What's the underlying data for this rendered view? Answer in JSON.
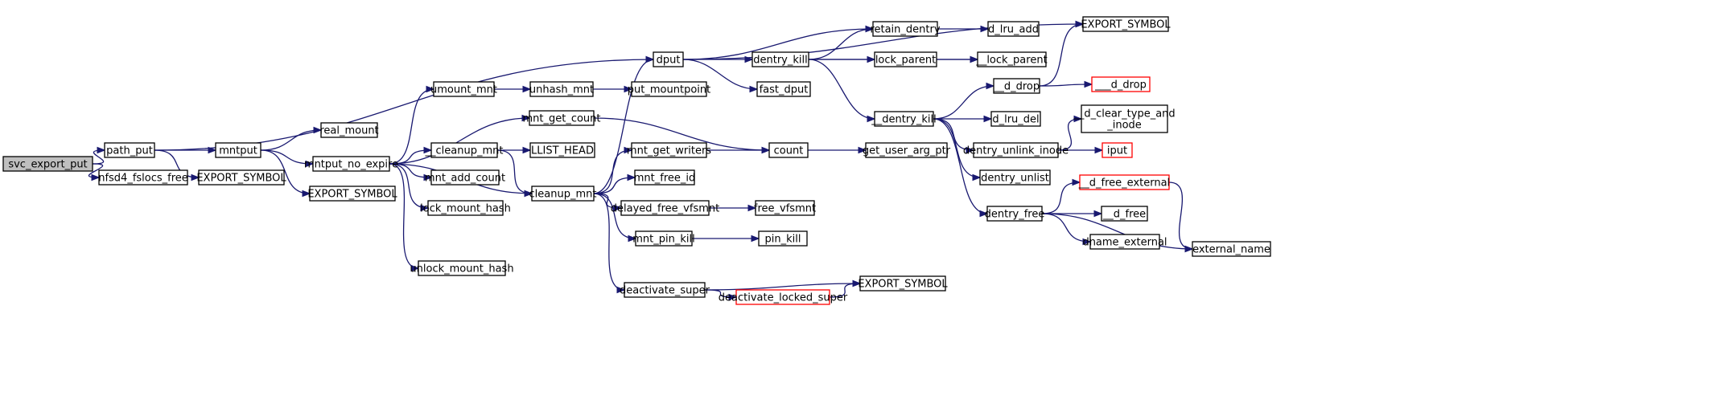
{
  "colors": {
    "edge": "#191970",
    "node_border": "#000000",
    "truncated_border": "#ff0000",
    "root_fill": "#bfbfbf",
    "background": "#ffffff"
  },
  "nodes": [
    {
      "id": "svc_export_put",
      "lines": [
        "svc_export_put"
      ],
      "root": true
    },
    {
      "id": "path_put",
      "lines": [
        "path_put"
      ]
    },
    {
      "id": "nfsd4_fslocs_free",
      "lines": [
        "nfsd4_fslocs_free"
      ]
    },
    {
      "id": "mntput",
      "lines": [
        "mntput"
      ]
    },
    {
      "id": "export_symbol_1",
      "lines": [
        "EXPORT_SYMBOL"
      ]
    },
    {
      "id": "real_mount",
      "lines": [
        "real_mount"
      ]
    },
    {
      "id": "mntput_no_expire",
      "lines": [
        "mntput_no_expire"
      ]
    },
    {
      "id": "export_symbol_2",
      "lines": [
        "EXPORT_SYMBOL"
      ]
    },
    {
      "id": "umount_mnt",
      "lines": [
        "umount_mnt"
      ]
    },
    {
      "id": "unhash_mnt",
      "lines": [
        "unhash_mnt"
      ]
    },
    {
      "id": "put_mountpoint",
      "lines": [
        "put_mountpoint"
      ]
    },
    {
      "id": "mnt_get_count",
      "lines": [
        "mnt_get_count"
      ]
    },
    {
      "id": "cleanup_mnt_dunder",
      "lines": [
        "__cleanup_mnt"
      ]
    },
    {
      "id": "llist_head",
      "lines": [
        "LLIST_HEAD"
      ]
    },
    {
      "id": "mnt_add_count",
      "lines": [
        "mnt_add_count"
      ]
    },
    {
      "id": "lock_mount_hash",
      "lines": [
        "lock_mount_hash"
      ]
    },
    {
      "id": "unlock_mount_hash",
      "lines": [
        "unlock_mount_hash"
      ]
    },
    {
      "id": "cleanup_mnt",
      "lines": [
        "cleanup_mnt"
      ]
    },
    {
      "id": "dput",
      "lines": [
        "dput"
      ]
    },
    {
      "id": "dentry_kill",
      "lines": [
        "dentry_kill"
      ]
    },
    {
      "id": "fast_dput",
      "lines": [
        "fast_dput"
      ]
    },
    {
      "id": "retain_dentry",
      "lines": [
        "retain_dentry"
      ]
    },
    {
      "id": "d_lru_add",
      "lines": [
        "d_lru_add"
      ]
    },
    {
      "id": "lock_parent",
      "lines": [
        "lock_parent"
      ]
    },
    {
      "id": "lock_parent_dunder",
      "lines": [
        "__lock_parent"
      ]
    },
    {
      "id": "export_symbol_3",
      "lines": [
        "EXPORT_SYMBOL"
      ]
    },
    {
      "id": "dentry_kill_dunder",
      "lines": [
        "__dentry_kill"
      ]
    },
    {
      "id": "d_drop_dunder",
      "lines": [
        "__d_drop"
      ]
    },
    {
      "id": "d_drop_triple",
      "lines": [
        "___d_drop"
      ],
      "truncated": true
    },
    {
      "id": "d_lru_del",
      "lines": [
        "d_lru_del"
      ]
    },
    {
      "id": "d_clear_type_and_inode",
      "lines": [
        "__d_clear_type_and",
        "_inode"
      ]
    },
    {
      "id": "dentry_unlink_inode",
      "lines": [
        "dentry_unlink_inode"
      ]
    },
    {
      "id": "iput",
      "lines": [
        "iput"
      ],
      "truncated": true
    },
    {
      "id": "dentry_unlist",
      "lines": [
        "dentry_unlist"
      ]
    },
    {
      "id": "dentry_free",
      "lines": [
        "dentry_free"
      ]
    },
    {
      "id": "d_free_external",
      "lines": [
        "__d_free_external"
      ],
      "truncated": true
    },
    {
      "id": "d_free",
      "lines": [
        "__d_free"
      ]
    },
    {
      "id": "dname_external",
      "lines": [
        "dname_external"
      ]
    },
    {
      "id": "external_name",
      "lines": [
        "external_name"
      ]
    },
    {
      "id": "mnt_get_writers",
      "lines": [
        "mnt_get_writers"
      ]
    },
    {
      "id": "count",
      "lines": [
        "count"
      ]
    },
    {
      "id": "get_user_arg_ptr",
      "lines": [
        "get_user_arg_ptr"
      ]
    },
    {
      "id": "mnt_free_id",
      "lines": [
        "mnt_free_id"
      ]
    },
    {
      "id": "delayed_free_vfsmnt",
      "lines": [
        "delayed_free_vfsmnt"
      ]
    },
    {
      "id": "free_vfsmnt",
      "lines": [
        "free_vfsmnt"
      ]
    },
    {
      "id": "mnt_pin_kill",
      "lines": [
        "mnt_pin_kill"
      ]
    },
    {
      "id": "pin_kill",
      "lines": [
        "pin_kill"
      ]
    },
    {
      "id": "deactivate_super",
      "lines": [
        "deactivate_super"
      ]
    },
    {
      "id": "deactivate_locked_super",
      "lines": [
        "deactivate_locked_super"
      ],
      "truncated": true
    },
    {
      "id": "export_symbol_4",
      "lines": [
        "EXPORT_SYMBOL"
      ]
    }
  ],
  "edges": [
    [
      "svc_export_put",
      "path_put"
    ],
    [
      "svc_export_put",
      "nfsd4_fslocs_free"
    ],
    [
      "path_put",
      "mntput"
    ],
    [
      "path_put",
      "export_symbol_1"
    ],
    [
      "path_put",
      "dput"
    ],
    [
      "mntput",
      "real_mount"
    ],
    [
      "mntput",
      "mntput_no_expire"
    ],
    [
      "mntput",
      "export_symbol_2"
    ],
    [
      "mntput_no_expire",
      "umount_mnt"
    ],
    [
      "mntput_no_expire",
      "mnt_get_count"
    ],
    [
      "mntput_no_expire",
      "cleanup_mnt_dunder"
    ],
    [
      "mntput_no_expire",
      "mnt_add_count"
    ],
    [
      "mntput_no_expire",
      "lock_mount_hash"
    ],
    [
      "mntput_no_expire",
      "unlock_mount_hash"
    ],
    [
      "mntput_no_expire",
      "cleanup_mnt"
    ],
    [
      "umount_mnt",
      "unhash_mnt"
    ],
    [
      "unhash_mnt",
      "put_mountpoint"
    ],
    [
      "cleanup_mnt_dunder",
      "llist_head"
    ],
    [
      "cleanup_mnt_dunder",
      "cleanup_mnt"
    ],
    [
      "mnt_get_count",
      "count"
    ],
    [
      "cleanup_mnt",
      "dput"
    ],
    [
      "cleanup_mnt",
      "mnt_get_writers"
    ],
    [
      "cleanup_mnt",
      "mnt_free_id"
    ],
    [
      "cleanup_mnt",
      "delayed_free_vfsmnt"
    ],
    [
      "cleanup_mnt",
      "mnt_pin_kill"
    ],
    [
      "cleanup_mnt",
      "deactivate_super"
    ],
    [
      "dput",
      "dentry_kill"
    ],
    [
      "dput",
      "fast_dput"
    ],
    [
      "dput",
      "retain_dentry"
    ],
    [
      "dput",
      "export_symbol_3"
    ],
    [
      "dentry_kill",
      "retain_dentry"
    ],
    [
      "dentry_kill",
      "lock_parent"
    ],
    [
      "dentry_kill",
      "lock_parent_dunder"
    ],
    [
      "dentry_kill",
      "dentry_kill_dunder"
    ],
    [
      "retain_dentry",
      "d_lru_add"
    ],
    [
      "lock_parent",
      "lock_parent_dunder"
    ],
    [
      "dentry_kill_dunder",
      "d_drop_dunder"
    ],
    [
      "dentry_kill_dunder",
      "d_lru_del"
    ],
    [
      "dentry_kill_dunder",
      "dentry_unlink_inode"
    ],
    [
      "dentry_kill_dunder",
      "dentry_unlist"
    ],
    [
      "dentry_kill_dunder",
      "dentry_free"
    ],
    [
      "d_drop_dunder",
      "export_symbol_3"
    ],
    [
      "d_drop_dunder",
      "d_drop_triple"
    ],
    [
      "dentry_unlink_inode",
      "d_clear_type_and_inode"
    ],
    [
      "dentry_unlink_inode",
      "iput"
    ],
    [
      "dentry_free",
      "d_free_external"
    ],
    [
      "dentry_free",
      "d_free"
    ],
    [
      "dentry_free",
      "dname_external"
    ],
    [
      "dentry_free",
      "external_name"
    ],
    [
      "d_free_external",
      "external_name"
    ],
    [
      "mnt_get_writers",
      "count"
    ],
    [
      "count",
      "get_user_arg_ptr"
    ],
    [
      "delayed_free_vfsmnt",
      "free_vfsmnt"
    ],
    [
      "mnt_pin_kill",
      "pin_kill"
    ],
    [
      "deactivate_super",
      "export_symbol_4"
    ],
    [
      "deactivate_super",
      "deactivate_locked_super"
    ],
    [
      "deactivate_locked_super",
      "export_symbol_4"
    ]
  ]
}
